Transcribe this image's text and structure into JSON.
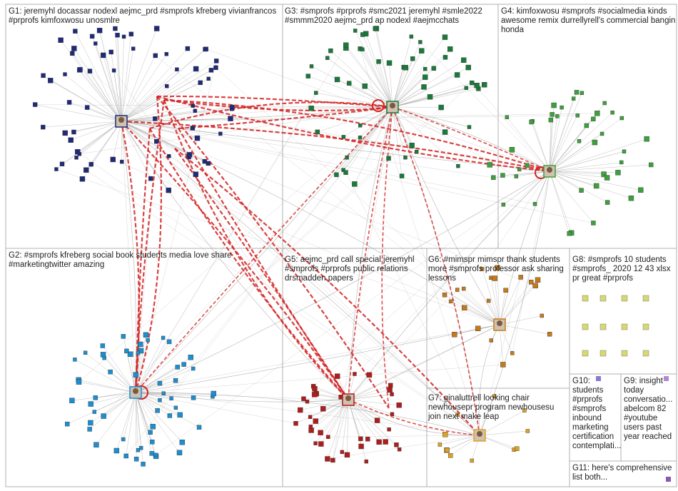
{
  "title": "NodeXL group network graph",
  "groups": [
    {
      "id": "G1",
      "label": "G1: jeremyhl docassar nodexl aejmc_prd #smprofs kfreberg vivianfrancos #prprofs kimfoxwosu unosmlre",
      "color": "#1f2a7a"
    },
    {
      "id": "G2",
      "label": "G2: #smprofs kfreberg social book students media love share #marketingtwitter amazing",
      "color": "#1b8fd0"
    },
    {
      "id": "G3",
      "label": "G3: #smprofs #prprofs #smc2021 jeremyhl #smle2022 #smmm2020 aejmc_prd ap nodexl #aejmcchats",
      "color": "#1a7a3a"
    },
    {
      "id": "G4",
      "label": "G4: kimfoxwosu #smprofs #socialmedia kinds awesome remix durrellyrell's commercial bangin honda",
      "color": "#3ca13a"
    },
    {
      "id": "G5",
      "label": "G5: aejmc_prd call special jeremyhl #smprofs #prprofs public relations drsmadden papers",
      "color": "#b01c1c"
    },
    {
      "id": "G6",
      "label": "G6: #mimspr mimspr thank students more #smprofs professor ask sharing lessons",
      "color": "#c47a1a"
    },
    {
      "id": "G7",
      "label": "G7: ginaluttrell looking chair newhousepr program newhousesu join next make leap",
      "color": "#e0a020"
    },
    {
      "id": "G8",
      "label": "G8: #smprofs 10 students #smprofs_ 2020 12 43 xlsx pr great #prprofs",
      "color": "#8a8a20"
    },
    {
      "id": "G9",
      "label": "G9: insight today conversatio... abelcom 82 #youtube users past year reached",
      "color": "#7a3aa0"
    },
    {
      "id": "G10",
      "label": "G10: students #prprofs #smprofs inbound marketing certification contemplati...",
      "color": "#5a5ab0"
    },
    {
      "id": "G11",
      "label": "G11: here's comprehensive list both...",
      "color": "#6a2a8a"
    }
  ],
  "edge_colors": {
    "gray": "#9a9a9a",
    "red": "#d42020"
  }
}
